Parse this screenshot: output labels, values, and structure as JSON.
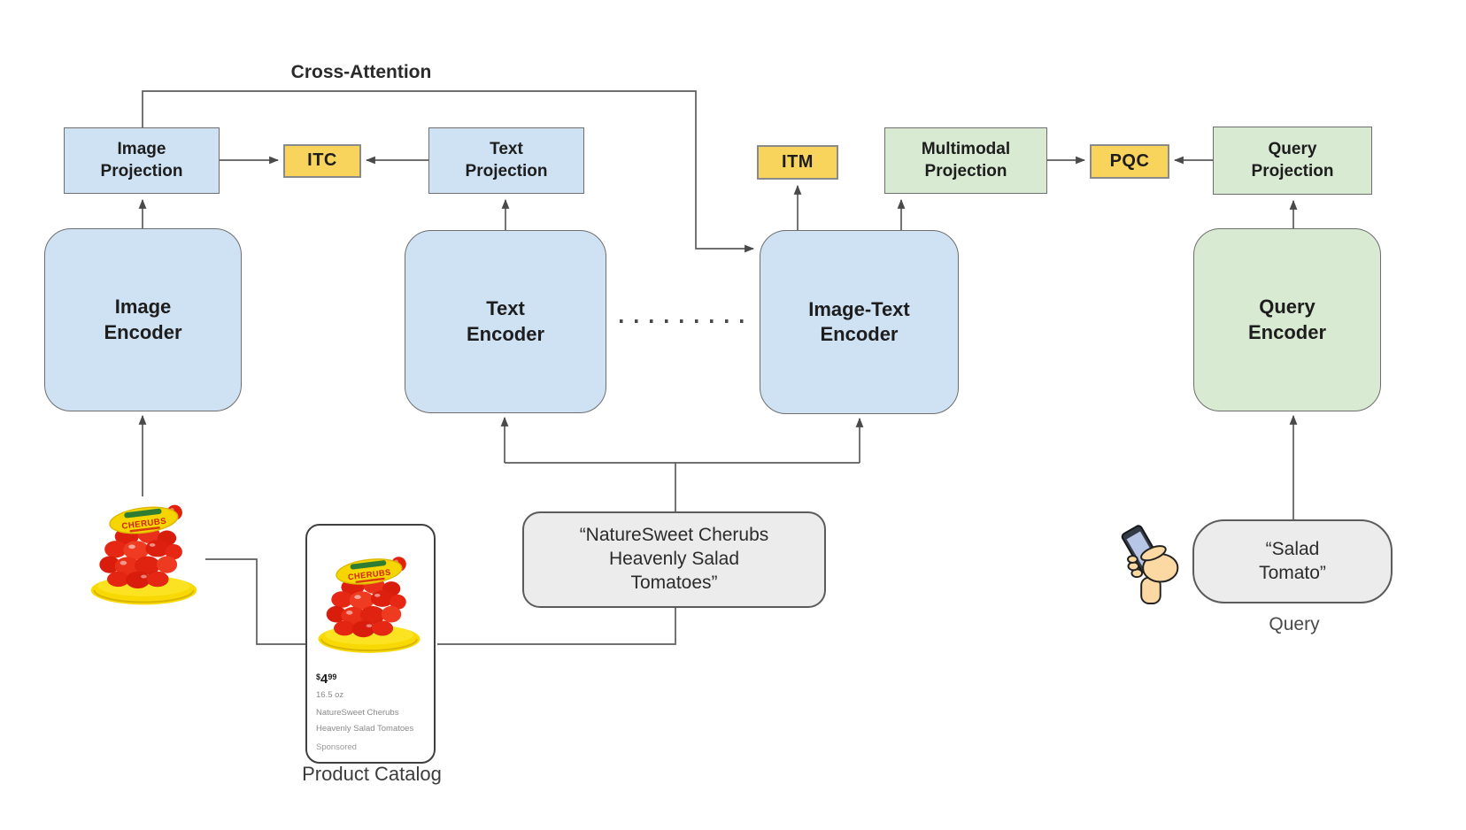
{
  "title_label": "Cross-Attention",
  "projection_row": {
    "image_projection": "Image\nProjection",
    "itc": "ITC",
    "text_projection": "Text\nProjection",
    "itm": "ITM",
    "multimodal_projection": "Multimodal\nProjection",
    "pqc": "PQC",
    "query_projection": "Query\nProjection"
  },
  "encoders": {
    "image": "Image\nEncoder",
    "text": "Text\nEncoder",
    "image_text": "Image-Text\nEncoder",
    "query": "Query\nEncoder"
  },
  "inputs": {
    "caption_text": "“NatureSweet Cherubs\nHeavenly Salad\nTomatoes”",
    "query_text": "“Salad\nTomato”",
    "query_caption": "Query",
    "product_catalog_caption": "Product Catalog"
  },
  "product_card": {
    "price_currency": "$",
    "price_dollars": "4",
    "price_cents": "99",
    "size": "16.5 oz",
    "name_line1": "NatureSweet Cherubs",
    "name_line2": "Heavenly Salad Tomatoes",
    "sponsored": "Sponsored"
  },
  "icons": {
    "tomato_product": "tomato-container",
    "phone": "phone-in-hand"
  },
  "colors": {
    "node_blue": "#cfe2f3",
    "node_green": "#d9ead3",
    "node_yellow": "#f8d45c",
    "node_gray": "#ececec",
    "node_border": "#6e6e6e",
    "connector": "#5c5c5c",
    "arrowhead": "#4a4a4a"
  }
}
